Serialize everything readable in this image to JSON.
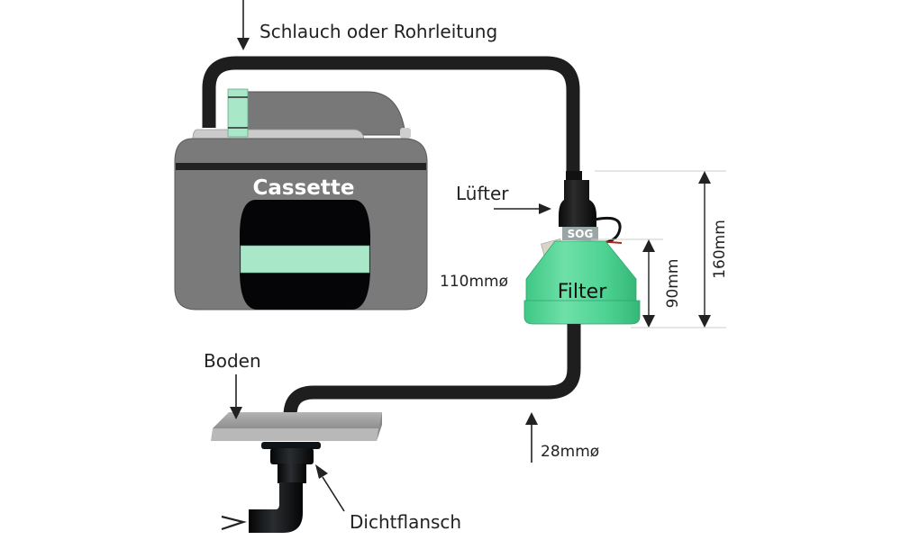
{
  "diagram": {
    "title": "Cassette toilet ventilation setup with SOG filter",
    "colors": {
      "hose": "#1e1e1e",
      "cassette_body": "#7a7a7a",
      "cassette_lid": "#787878",
      "cassette_rail": "#c8c8c8",
      "accent_mint": "#a8e8c8",
      "filter_green": "#4dd493",
      "floor_plate": "#a0a0a0",
      "text": "#222222"
    },
    "labels": {
      "hose": "Schlauch oder Rohrleitung",
      "cassette": "Cassette",
      "fan": "Lüfter",
      "filter": "Filter",
      "filter_diameter": "110mmø",
      "filter_height": "90mm",
      "total_height": "160mm",
      "floor": "Boden",
      "hose_diameter": "28mmø",
      "flange": "Dichtflansch",
      "brand": "SOG"
    },
    "components": [
      {
        "id": "hose",
        "label": "Schlauch oder Rohrleitung"
      },
      {
        "id": "cassette",
        "label": "Cassette"
      },
      {
        "id": "fan",
        "label": "Lüfter"
      },
      {
        "id": "filter",
        "label": "Filter",
        "diameter": "110mmø",
        "height": "90mm"
      },
      {
        "id": "assembly",
        "height": "160mm"
      },
      {
        "id": "floor",
        "label": "Boden"
      },
      {
        "id": "flange",
        "label": "Dichtflansch"
      }
    ]
  }
}
